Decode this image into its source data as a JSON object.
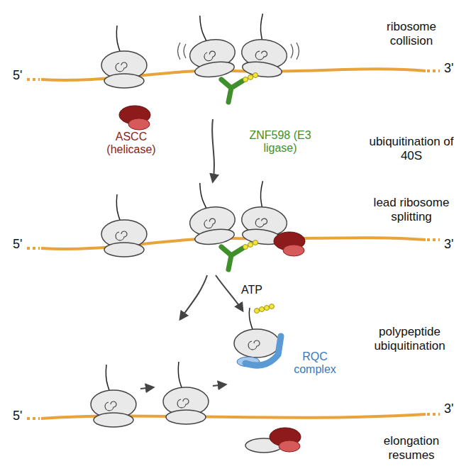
{
  "diagram": {
    "labels": [
      "5'",
      "3'",
      "ASCC (helicase)",
      "ZNF598 (E3 ligase)",
      "ribosome collision",
      "ubiquitination of 40S",
      "lead ribosome splitting",
      "5'",
      "3'",
      "ATP",
      "polypeptide ubiquitination",
      "RQC complex",
      "5'",
      "3'",
      "elongation resumes"
    ]
  }
}
